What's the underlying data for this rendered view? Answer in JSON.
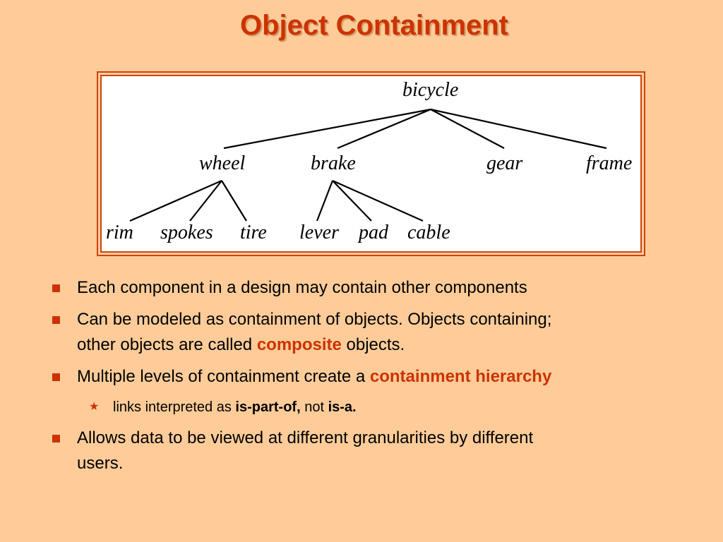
{
  "slide": {
    "title": "Object Containment"
  },
  "diagram": {
    "nodes": {
      "bicycle": "bicycle",
      "wheel": "wheel",
      "brake": "brake",
      "gear": "gear",
      "frame": "frame",
      "rim": "rim",
      "spokes": "spokes",
      "tire": "tire",
      "lever": "lever",
      "pad": "pad",
      "cable": "cable"
    },
    "edges": [
      [
        "bicycle",
        "wheel"
      ],
      [
        "bicycle",
        "brake"
      ],
      [
        "bicycle",
        "gear"
      ],
      [
        "bicycle",
        "frame"
      ],
      [
        "wheel",
        "rim"
      ],
      [
        "wheel",
        "spokes"
      ],
      [
        "wheel",
        "tire"
      ],
      [
        "brake",
        "lever"
      ],
      [
        "brake",
        "pad"
      ],
      [
        "brake",
        "cable"
      ]
    ]
  },
  "bullets": {
    "b1": "Each component in a design may contain other components",
    "b2_line1": "Can be modeled as containment of objects.  Objects containing;",
    "b2_line2_pre": "other objects are called ",
    "b2_em": "composite",
    "b2_line2_post": " objects.",
    "b3_pre": "Multiple levels of containment create a ",
    "b3_em": "containment hierarchy",
    "sub1_pre": "links interpreted as ",
    "sub1_b1": "is-part-of,",
    "sub1_mid": " not ",
    "sub1_b2": "is-a.",
    "b4_line1": "Allows data to be viewed at different granularities by different",
    "b4_line2": "users."
  },
  "colors": {
    "background": "#FFCC99",
    "accent": "#CC3300",
    "frame_border": "#CC4411"
  }
}
